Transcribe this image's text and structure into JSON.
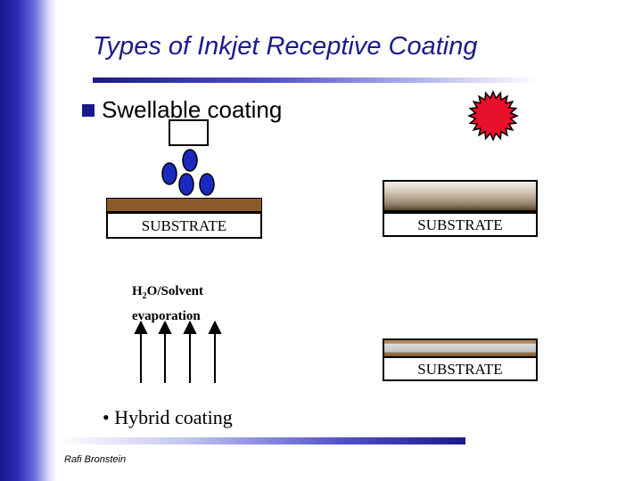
{
  "slide": {
    "title": "Types of Inkjet Receptive Coating",
    "bullet_swellable": "Swellable coating",
    "bullet_hybrid": "• Hybrid coating",
    "author": "Rafi Bronstein"
  },
  "diagram": {
    "substrate_left": "SUBSTRATE",
    "substrate_right_top": "SUBSTRATE",
    "substrate_right_bottom": "SUBSTRATE",
    "evap_h": "H",
    "evap_sub": "2",
    "evap_rest": "O/Solvent",
    "evap_line2": "evaporation"
  },
  "colors": {
    "accent": "#1a1a8c",
    "drop": "#1a2ac0",
    "burst": "#e8102a",
    "coating_brown": "#8b5a2b"
  }
}
